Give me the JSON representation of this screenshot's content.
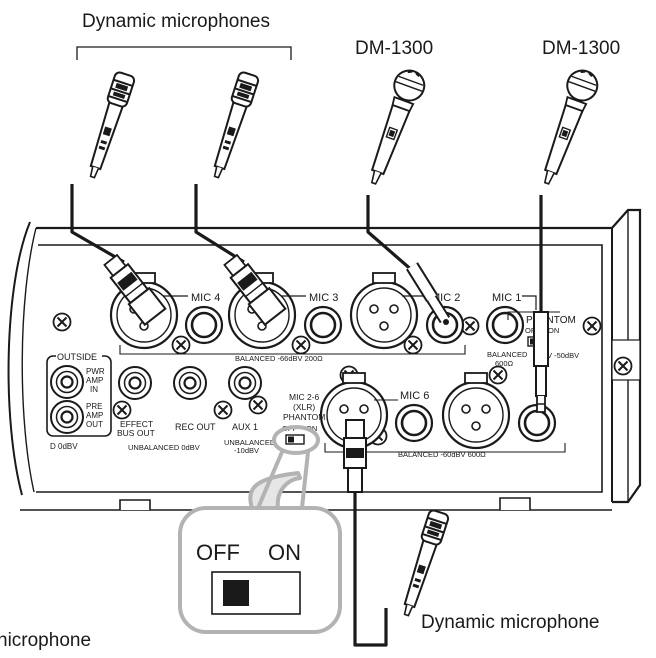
{
  "labels": {
    "dynamic_microphones": "Dynamic microphones",
    "dm1300_left": "DM-1300",
    "dm1300_right": "DM-1300",
    "dynamic_microphone": "Dynamic microphone",
    "microphone_cut": "nicrophone"
  },
  "panel": {
    "mic4": "MIC 4",
    "mic3": "MIC 3",
    "mic2": "MIC 2",
    "mic1": "MIC 1",
    "mic6": "MIC 6",
    "balanced_200": "BALANCED -66dBV 200Ω",
    "balanced_600_mic1_a": "BALANCED",
    "balanced_600_mic1_b": "600Ω",
    "balanced_600": "BALANCED -60dBV 600Ω",
    "phantom_mic1": "PHANTOM",
    "phantom_mic1_off": "OFF",
    "phantom_mic1_on": "ON",
    "phantom_mic1_level": "V -50dBV",
    "outside": "OUTSIDE",
    "pwr_amp_in_a": "PWR",
    "pwr_amp_in_b": "AMP",
    "pwr_amp_in_c": "IN",
    "pre_amp_out_a": "PRE",
    "pre_amp_out_b": "AMP",
    "pre_amp_out_c": "OUT",
    "level_0dbv": "D 0dBV",
    "effect_a": "EFFECT",
    "effect_b": "BUS OUT",
    "rec_out": "REC OUT",
    "aux1": "AUX 1",
    "unbalanced_0dbv": "UNBALANCED 0dBV",
    "unbalanced_10_a": "UNBALANCED",
    "unbalanced_10_b": "-10dBV",
    "mic26_a": "MIC 2-6",
    "mic26_b": "(XLR)",
    "mic26_c": "PHANTOM",
    "mic26_off": "OFF",
    "mic26_on": "ON"
  },
  "callout": {
    "off": "OFF",
    "on": "ON"
  },
  "colors": {
    "line": "#1a1a1a",
    "callout_border": "#b3b3b3",
    "panel_fill": "#ffffff",
    "shade": "#e6e6e6"
  }
}
